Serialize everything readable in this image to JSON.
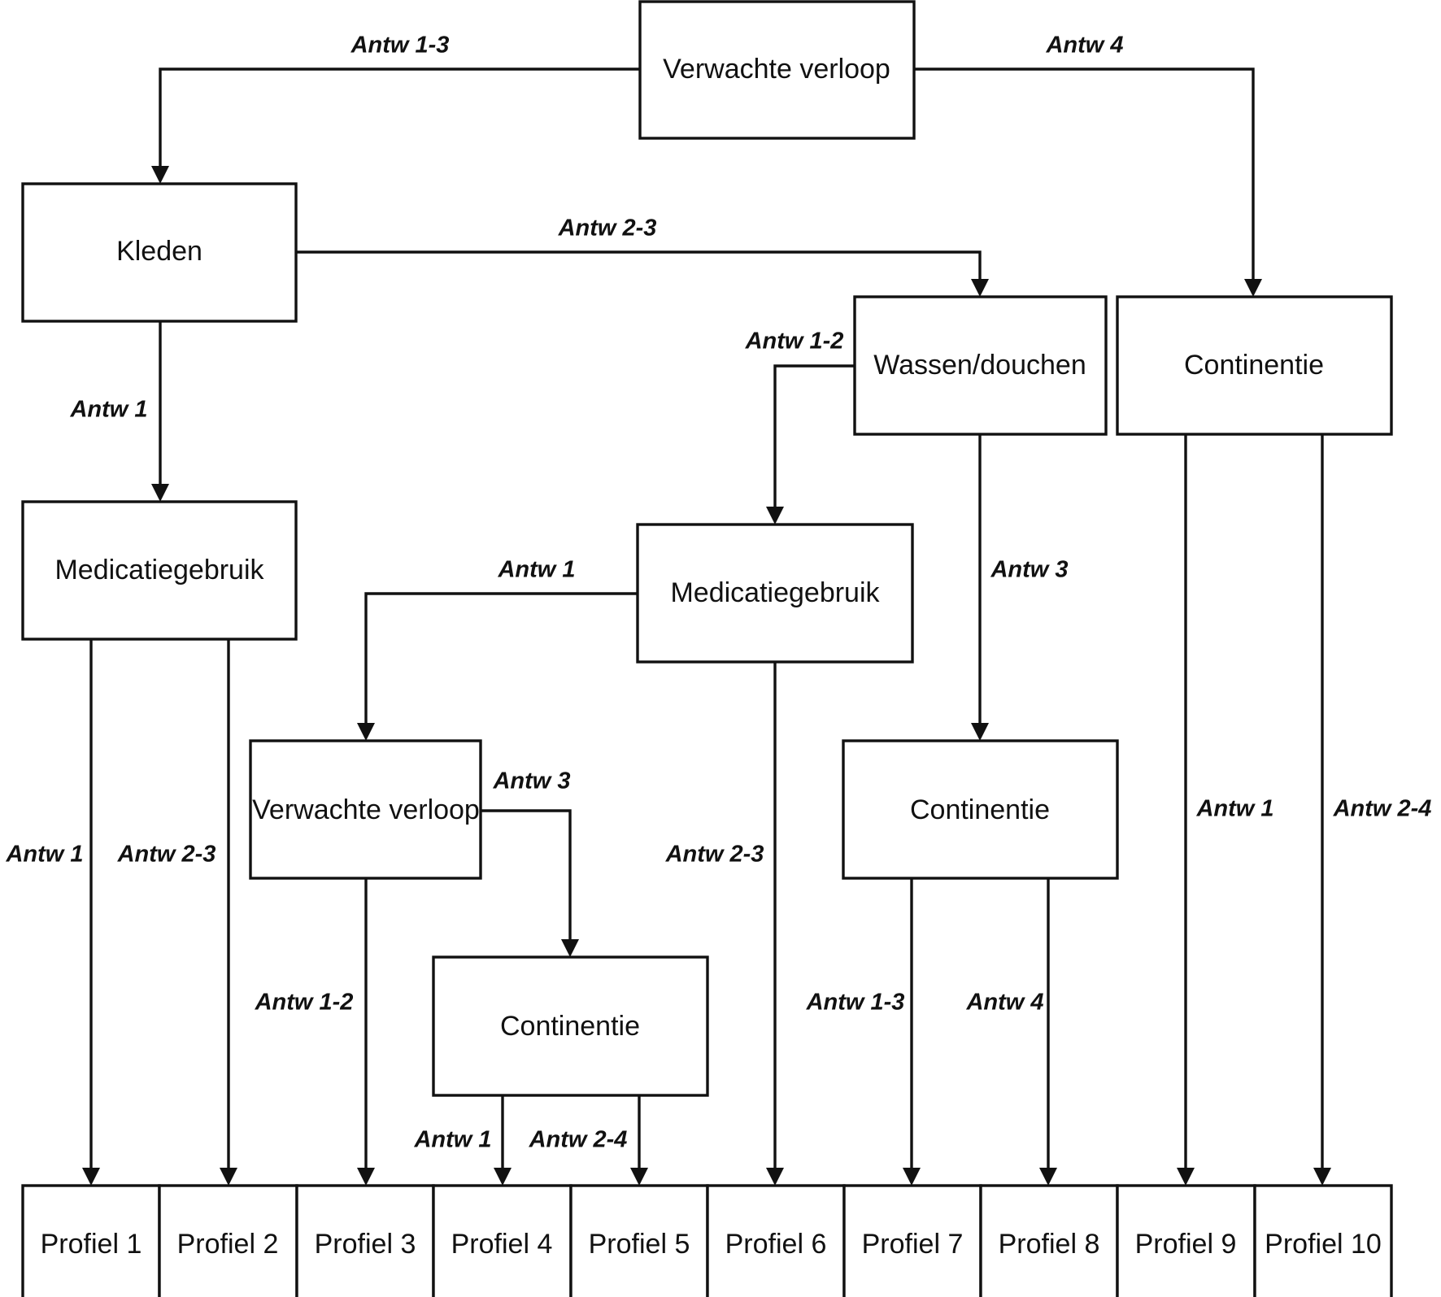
{
  "nodes": {
    "root": "Verwachte verloop",
    "kleden": "Kleden",
    "wassen": "Wassen/douchen",
    "continentie_top": "Continentie",
    "med_left": "Medicatiegebruik",
    "med_mid": "Medicatiegebruik",
    "verloop_mid": "Verwachte verloop",
    "continentie_mid": "Continentie",
    "continentie_low": "Continentie"
  },
  "profiles": [
    "Profiel 1",
    "Profiel 2",
    "Profiel 3",
    "Profiel 4",
    "Profiel 5",
    "Profiel 6",
    "Profiel 7",
    "Profiel 8",
    "Profiel 9",
    "Profiel 10"
  ],
  "edges": {
    "root_to_kleden": "Antw 1-3",
    "root_to_continentie": "Antw 4",
    "kleden_to_wassen": "Antw 2-3",
    "kleden_to_med": "Antw 1",
    "wassen_to_med": "Antw 1-2",
    "wassen_to_continentie": "Antw 3",
    "med_left_to_p1": "Antw 1",
    "med_left_to_p2": "Antw 2-3",
    "med_mid_to_verloop": "Antw 1",
    "med_mid_to_p6": "Antw 2-3",
    "verloop_to_continentie": "Antw 3",
    "verloop_to_p3": "Antw 1-2",
    "continentie_low_to_p4": "Antw 1",
    "continentie_low_to_p5": "Antw 2-4",
    "continentie_mid_to_p7": "Antw 1-3",
    "continentie_mid_to_p8": "Antw 4",
    "continentie_top_to_p9": "Antw 1",
    "continentie_top_to_p10": "Antw 2-4"
  }
}
